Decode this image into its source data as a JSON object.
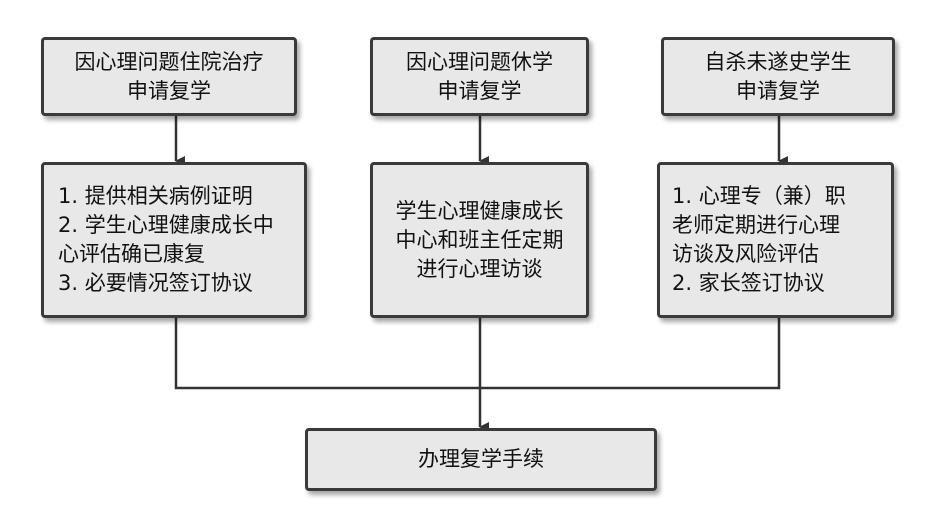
{
  "top_boxes": [
    {
      "lines": [
        "因心理问题住院治疗",
        "申请复学"
      ]
    },
    {
      "lines": [
        "因心理问题休学",
        "申请复学"
      ]
    },
    {
      "lines": [
        "自杀未遂史学生",
        "申请复学"
      ]
    }
  ],
  "middle_boxes": [
    {
      "lines": [
        "1. 提供相关病例证明",
        "2. 学生心理健康成长中",
        "心评估确已康复",
        "3. 必要情况签订协议"
      ]
    },
    {
      "lines": [
        "学生心理健康成长",
        "中心和班主任定期",
        "进行心理访谈"
      ]
    },
    {
      "lines": [
        "1. 心理专（兼）职",
        "老师定期进行心理",
        "访谈及风险评估",
        "2. 家长签订协议"
      ]
    }
  ],
  "bottom_box": {
    "label": "办理复学手续"
  }
}
